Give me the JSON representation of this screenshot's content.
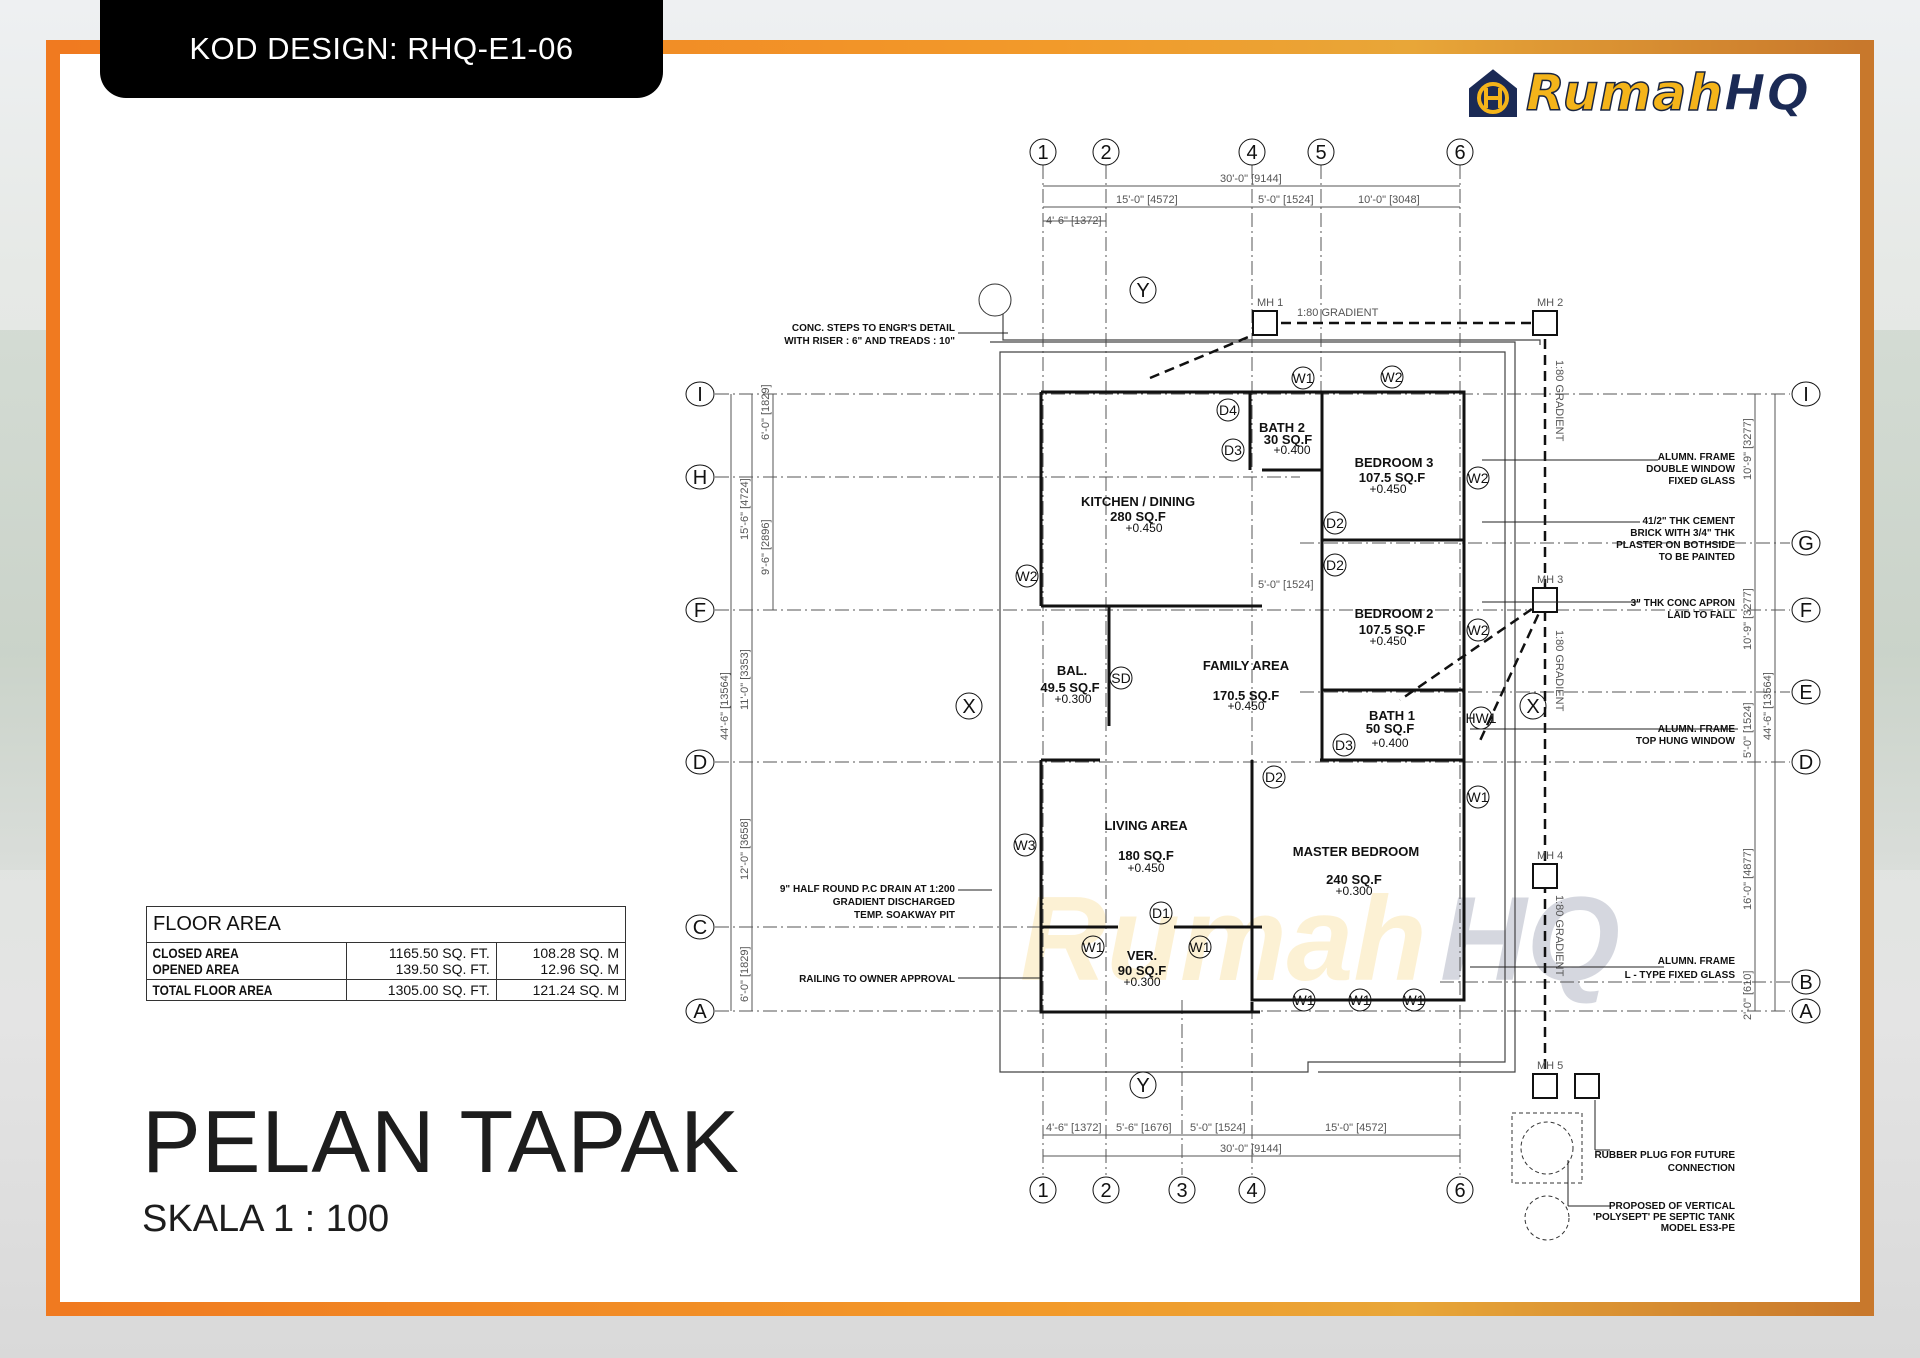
{
  "header": {
    "design_code": "KOD DESIGN: RHQ-E1-06",
    "logo_part1": "Rumah",
    "logo_part2": "HQ"
  },
  "drawing": {
    "title": "PELAN TAPAK",
    "scale": "SKALA 1 : 100",
    "grid_columns_top": [
      "1",
      "2",
      "4",
      "5",
      "6"
    ],
    "grid_columns_bottom": [
      "1",
      "2",
      "3",
      "4",
      "6"
    ],
    "grid_rows_left": [
      "I",
      "H",
      "F",
      "D",
      "C",
      "A"
    ],
    "grid_rows_right": [
      "I",
      "G",
      "F",
      "E",
      "D",
      "B",
      "A"
    ],
    "section_markers": [
      "Y",
      "Y",
      "X",
      "X"
    ],
    "dims_top": {
      "overall": "30'-0\" [9144]",
      "d1": "15'-0\" [4572]",
      "d2": "5'-0\" [1524]",
      "d3": "10'-0\" [3048]",
      "d4": "4'-6\" [1372]"
    },
    "dims_bottom": {
      "d1": "4'-6\" [1372]",
      "d2": "5'-6\" [1676]",
      "d3": "5'-0\" [1524]",
      "d4": "15'-0\" [4572]",
      "overall": "30'-0\" [9144]"
    },
    "dims_left": {
      "overall": "44'-6\" [13564]",
      "d1": "15'-6\" [4724]",
      "d2": "6'-0\" [1829]",
      "d3": "9'-6\" [2896]",
      "d4": "11'-0\" [3353]",
      "d5": "12'-0\" [3658]",
      "d6": "6'-0\" [1829]"
    },
    "dims_right": {
      "overall": "44'-6\" [13564]",
      "d1": "10'-9\" [3277]",
      "d2": "10'-9\" [3277]",
      "d3": "5'-0\" [1524]",
      "d4": "16'-0\" [4877]",
      "d5": "2'-0\" [610]"
    },
    "internal_dim": "5'-0\" [1524]",
    "rooms": [
      {
        "name": "KITCHEN / DINING",
        "area": "280 SQ.F",
        "level": "+0.450"
      },
      {
        "name": "BATH 2",
        "area": "30 SQ.F",
        "level": "+0.400"
      },
      {
        "name": "BEDROOM 3",
        "area": "107.5 SQ.F",
        "level": "+0.450"
      },
      {
        "name": "BEDROOM 2",
        "area": "107.5 SQ.F",
        "level": "+0.450"
      },
      {
        "name": "BAL.",
        "area": "49.5 SQ.F",
        "level": "+0.300"
      },
      {
        "name": "FAMILY AREA",
        "area": "170.5 SQ.F",
        "level": "+0.450"
      },
      {
        "name": "BATH 1",
        "area": "50 SQ.F",
        "level": "+0.400"
      },
      {
        "name": "LIVING AREA",
        "area": "180 SQ.F",
        "level": "+0.450"
      },
      {
        "name": "MASTER BEDROOM",
        "area": "240 SQ.F",
        "level": "+0.300"
      },
      {
        "name": "VER.",
        "area": "90 SQ.F",
        "level": "+0.300"
      }
    ],
    "tags": {
      "d1": "D1",
      "d2": "D2",
      "d3": "D3",
      "d4": "D4",
      "sd": "SD",
      "w1": "W1",
      "w2": "W2",
      "w3": "W3",
      "hw1": "HW1"
    },
    "manholes": [
      "MH 1",
      "MH 2",
      "MH 3",
      "MH 4",
      "MH 5"
    ],
    "gradient_label": "1:80 GRADIENT",
    "notes": {
      "steps_1": "CONC. STEPS TO ENGR'S DETAIL",
      "steps_2": "WITH RISER : 6\" AND TREADS : 10\"",
      "drain_1": "9\" HALF ROUND P.C DRAIN AT 1:200",
      "drain_2": "GRADIENT DISCHARGED",
      "drain_3": "TEMP. SOAKWAY PIT",
      "railing": "RAILING TO OWNER APPROVAL",
      "dw_1": "ALUMN. FRAME",
      "dw_2": "DOUBLE WINDOW",
      "dw_3": "FIXED GLASS",
      "brick_1": "41/2\" THK CEMENT",
      "brick_2": "BRICK WITH 3/4\" THK",
      "brick_3": "PLASTER ON BOTHSIDE",
      "brick_4": "TO BE PAINTED",
      "apron_1": "3\" THK CONC APRON",
      "apron_2": "LAID TO FALL",
      "th_1": "ALUMN. FRAME",
      "th_2": "TOP HUNG WINDOW",
      "lt_1": "ALUMN. FRAME",
      "lt_2": "L - TYPE FIXED GLASS",
      "plug_1": "RUBBER PLUG FOR FUTURE",
      "plug_2": "CONNECTION",
      "septic_1": "PROPOSED OF VERTICAL",
      "septic_2": "'POLYSEPT' PE SEPTIC TANK",
      "septic_3": "MODEL ES3-PE"
    }
  },
  "floor_area": {
    "title": "FLOOR AREA",
    "rows": [
      {
        "label": "CLOSED AREA\nOPENED AREA",
        "sqft": "1165.50 SQ. FT.\n139.50 SQ. FT.",
        "sqm": "108.28 SQ. M\n12.96 SQ. M"
      },
      {
        "label": "TOTAL FLOOR AREA",
        "sqft": "1305.00 SQ. FT.",
        "sqm": "121.24 SQ. M"
      }
    ]
  },
  "colors": {
    "frame_orange": "#f07c22",
    "logo_yellow": "#f4b41a",
    "logo_navy": "#1b2a55"
  }
}
